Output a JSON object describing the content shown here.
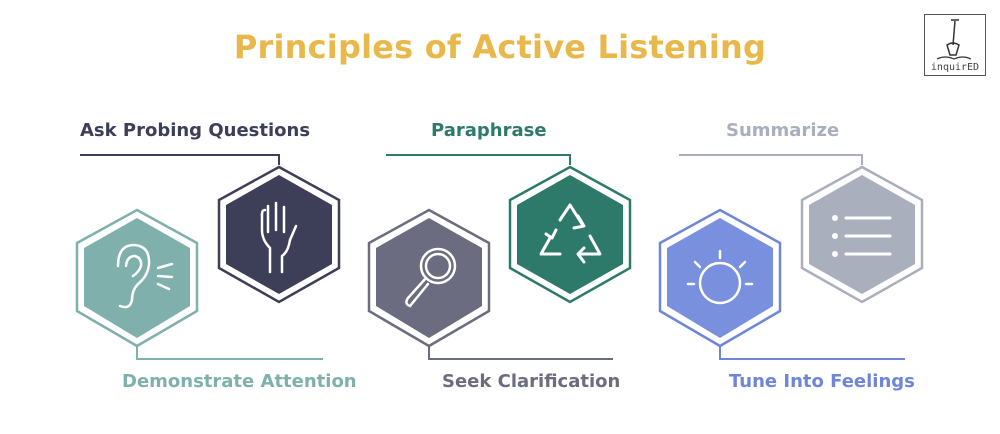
{
  "title": "Principles of Active Listening",
  "logo": {
    "text": "inquirED",
    "icon": "shovel-book-icon"
  },
  "colors": {
    "title": "#e8b84a",
    "ask": "#3d3e58",
    "paraphrase": "#2d7a6b",
    "summarize": "#a9afbd",
    "attention": "#7fb0ab",
    "clarification": "#6b6c80",
    "feelings": "#6d86d8"
  },
  "principles": {
    "ask": {
      "label": "Ask Probing Questions",
      "icon": "raised-hand-icon"
    },
    "paraphrase": {
      "label": "Paraphrase",
      "icon": "recycle-icon"
    },
    "summarize": {
      "label": "Summarize",
      "icon": "list-icon"
    },
    "attention": {
      "label": "Demonstrate Attention",
      "icon": "ear-icon"
    },
    "clarification": {
      "label": "Seek Clarification",
      "icon": "magnifier-icon"
    },
    "feelings": {
      "label": "Tune Into Feelings",
      "icon": "sun-icon"
    }
  }
}
